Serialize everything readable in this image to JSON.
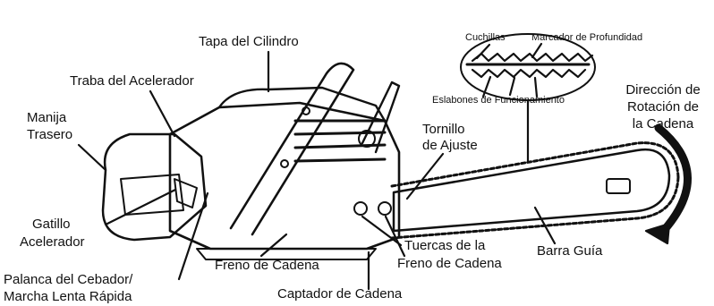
{
  "labels": {
    "tapa_cilindro": "Tapa del Cilindro",
    "traba_acelerador": "Traba del Acelerador",
    "manija_trasero_1": "Manija",
    "manija_trasero_2": "Trasero",
    "gatillo_1": "Gatillo",
    "gatillo_2": "Acelerador",
    "palanca_1": "Palanca del Cebador/",
    "palanca_2": "Marcha Lenta Rápida",
    "freno_cadena": "Freno de Cadena",
    "captador_cadena": "Captador de Cadena",
    "tuercas_1": "Tuercas de la",
    "tuercas_2": "Freno de Cadena",
    "barra_guia": "Barra Guía",
    "tornillo_1": "Tornillo",
    "tornillo_2": "de Ajuste",
    "direccion_1": "Dirección de",
    "direccion_2": "Rotación de",
    "direccion_3": "la Cadena",
    "cuchillas": "Cuchillas",
    "marcador": "Marcador de Profundidad",
    "eslabones": "Eslabones de Funcionamiento"
  },
  "colors": {
    "ink": "#111111",
    "background": "#ffffff"
  }
}
